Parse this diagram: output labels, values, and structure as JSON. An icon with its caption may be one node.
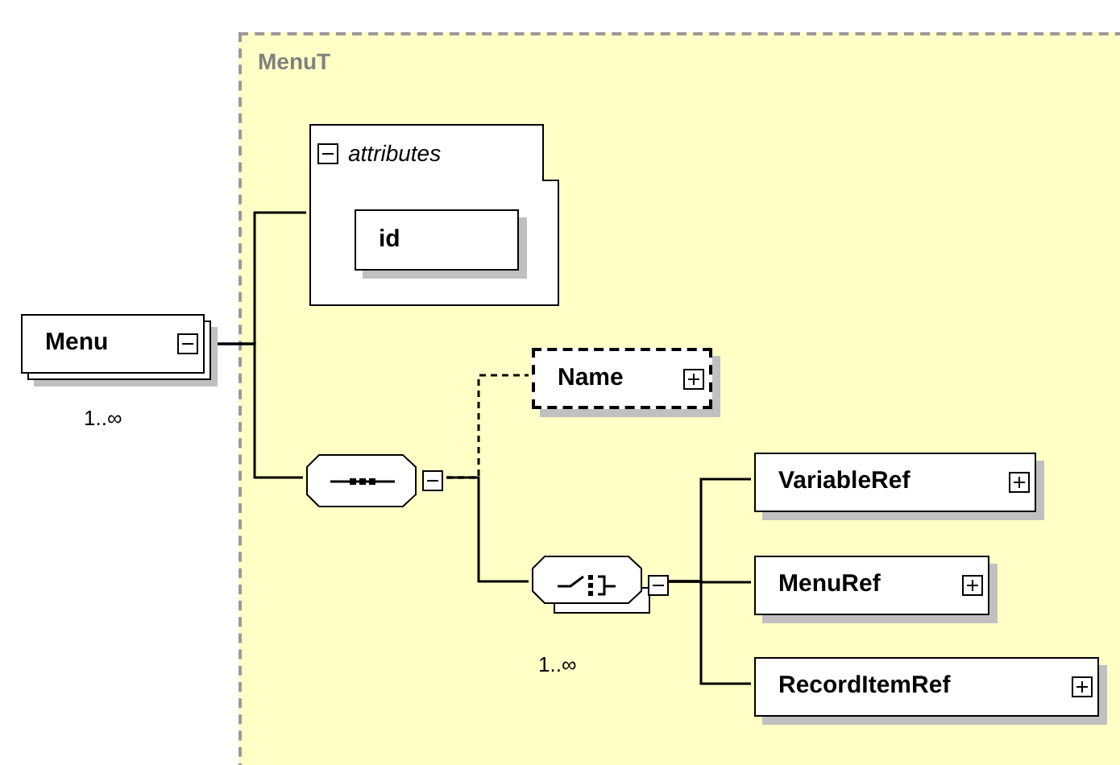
{
  "diagram": {
    "nodes": [
      {
        "text": [
          "MenuT"
        ]
      },
      {
        "text": [
          "Menu"
        ],
        "beside": [
          "1..∞"
        ]
      },
      {
        "text": [
          "attributes"
        ],
        "in": 0
      },
      {
        "text": [
          "id"
        ],
        "in": 2
      },
      {
        "text": [],
        "shape": "octagon",
        "in": 0
      },
      {
        "text": [
          "Name"
        ],
        "in": 0
      },
      {
        "text": [],
        "shape": "octagon",
        "in": 0,
        "beside": [
          "1..∞"
        ]
      },
      {
        "text": [
          "VariableRef"
        ],
        "in": 0
      },
      {
        "text": [
          "MenuRef"
        ],
        "in": 0
      },
      {
        "text": [
          "RecordItemRef"
        ],
        "in": 0
      }
    ],
    "edges": [
      {
        "from": 1,
        "to": 2,
        "arrow": "none"
      },
      {
        "from": 1,
        "to": 4,
        "arrow": "none"
      },
      {
        "from": 4,
        "to": 5,
        "arrow": "none",
        "style": "dashed"
      },
      {
        "from": 4,
        "to": 6,
        "arrow": "none"
      },
      {
        "from": 6,
        "to": 7,
        "arrow": "none"
      },
      {
        "from": 6,
        "to": 8,
        "arrow": "none"
      },
      {
        "from": 6,
        "to": 9,
        "arrow": "none"
      }
    ]
  }
}
